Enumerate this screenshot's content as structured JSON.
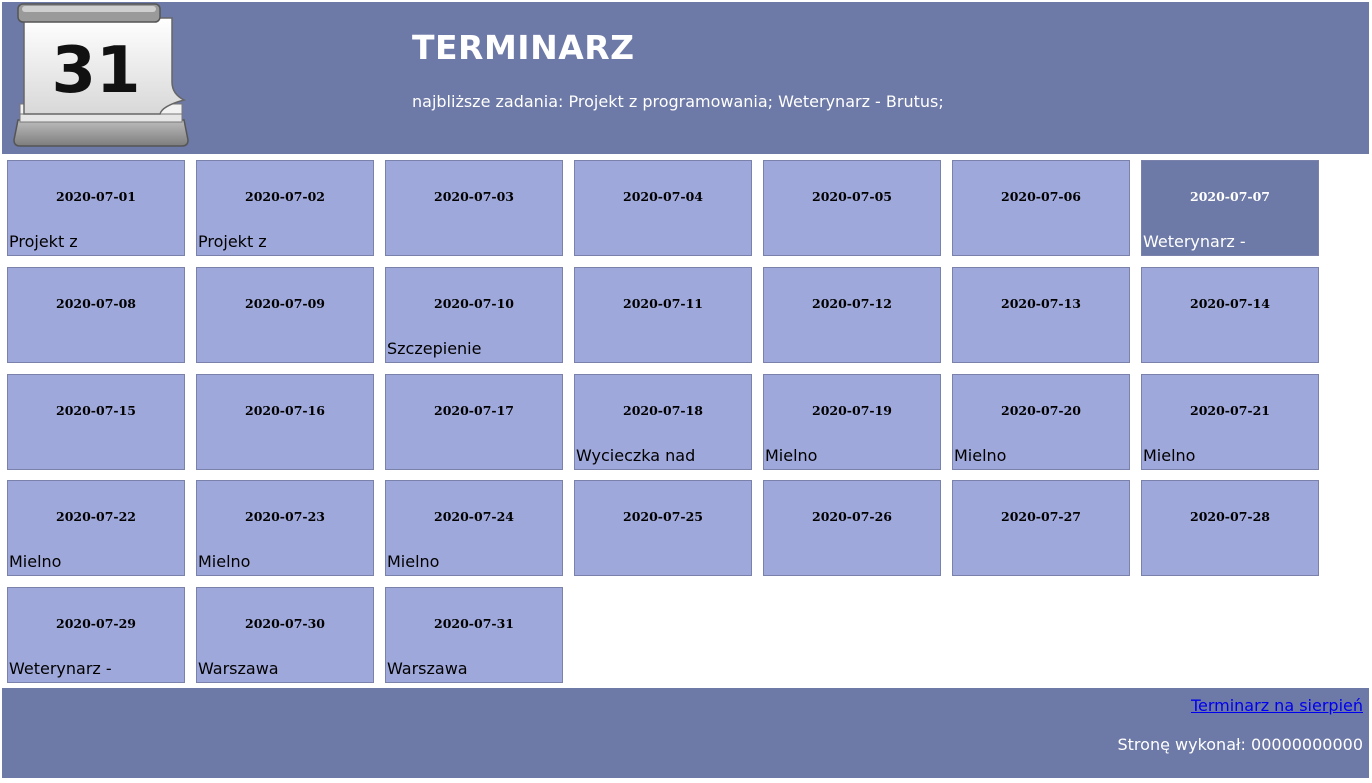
{
  "header": {
    "logo_number": "31",
    "title": "TERMINARZ",
    "upcoming_tasks": "najbliższe zadania: Projekt z programowania; Weterynarz - Brutus;"
  },
  "calendar": {
    "days": [
      {
        "date": "2020-07-01",
        "task": "Projekt z"
      },
      {
        "date": "2020-07-02",
        "task": "Projekt z"
      },
      {
        "date": "2020-07-03",
        "task": ""
      },
      {
        "date": "2020-07-04",
        "task": ""
      },
      {
        "date": "2020-07-05",
        "task": ""
      },
      {
        "date": "2020-07-06",
        "task": ""
      },
      {
        "date": "2020-07-07",
        "task": "Weterynarz -",
        "active": true
      },
      {
        "date": "2020-07-08",
        "task": ""
      },
      {
        "date": "2020-07-09",
        "task": ""
      },
      {
        "date": "2020-07-10",
        "task": "Szczepienie"
      },
      {
        "date": "2020-07-11",
        "task": ""
      },
      {
        "date": "2020-07-12",
        "task": ""
      },
      {
        "date": "2020-07-13",
        "task": ""
      },
      {
        "date": "2020-07-14",
        "task": ""
      },
      {
        "date": "2020-07-15",
        "task": ""
      },
      {
        "date": "2020-07-16",
        "task": ""
      },
      {
        "date": "2020-07-17",
        "task": ""
      },
      {
        "date": "2020-07-18",
        "task": "Wycieczka nad"
      },
      {
        "date": "2020-07-19",
        "task": "Mielno"
      },
      {
        "date": "2020-07-20",
        "task": "Mielno"
      },
      {
        "date": "2020-07-21",
        "task": "Mielno"
      },
      {
        "date": "2020-07-22",
        "task": "Mielno"
      },
      {
        "date": "2020-07-23",
        "task": "Mielno"
      },
      {
        "date": "2020-07-24",
        "task": "Mielno"
      },
      {
        "date": "2020-07-25",
        "task": ""
      },
      {
        "date": "2020-07-26",
        "task": ""
      },
      {
        "date": "2020-07-27",
        "task": ""
      },
      {
        "date": "2020-07-28",
        "task": ""
      },
      {
        "date": "2020-07-29",
        "task": "Weterynarz -"
      },
      {
        "date": "2020-07-30",
        "task": "Warszawa"
      },
      {
        "date": "2020-07-31",
        "task": "Warszawa"
      }
    ]
  },
  "footer": {
    "next_month_link": "Terminarz na sierpień",
    "author": "Stronę wykonał: 00000000000"
  },
  "colors": {
    "header_bg": "#6d79a6",
    "cell_bg": "#9fa8da",
    "cell_active_bg": "#6d79a6",
    "link": "#0000ee"
  }
}
